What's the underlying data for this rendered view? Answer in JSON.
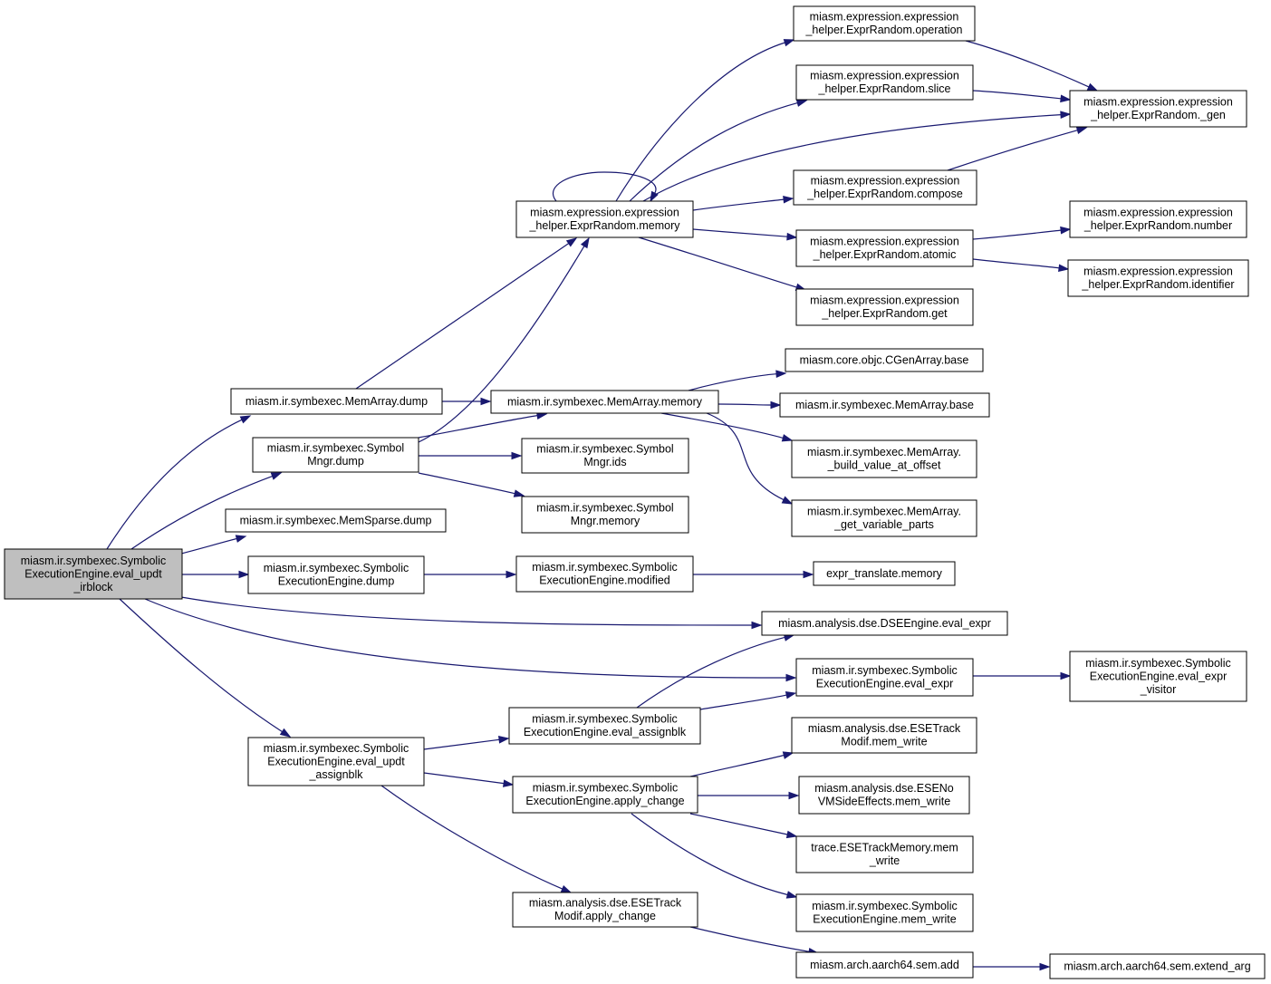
{
  "graph": {
    "nodes": [
      {
        "id": "root",
        "lines": [
          "miasm.ir.symbexec.Symbolic",
          "ExecutionEngine.eval_updt",
          "_irblock"
        ],
        "root": true
      },
      {
        "id": "ma_dump",
        "lines": [
          "miasm.ir.symbexec.MemArray.dump"
        ]
      },
      {
        "id": "sm_dump",
        "lines": [
          "miasm.ir.symbexec.Symbol",
          "Mngr.dump"
        ]
      },
      {
        "id": "ms_dump",
        "lines": [
          "miasm.ir.symbexec.MemSparse.dump"
        ]
      },
      {
        "id": "see_dump",
        "lines": [
          "miasm.ir.symbexec.Symbolic",
          "ExecutionEngine.dump"
        ]
      },
      {
        "id": "see_evalupdt_assign",
        "lines": [
          "miasm.ir.symbexec.Symbolic",
          "ExecutionEngine.eval_updt",
          "_assignblk"
        ]
      },
      {
        "id": "er_memory",
        "lines": [
          "miasm.expression.expression",
          "_helper.ExprRandom.memory"
        ]
      },
      {
        "id": "ma_memory",
        "lines": [
          "miasm.ir.symbexec.MemArray.memory"
        ]
      },
      {
        "id": "sm_ids",
        "lines": [
          "miasm.ir.symbexec.Symbol",
          "Mngr.ids"
        ]
      },
      {
        "id": "sm_memory",
        "lines": [
          "miasm.ir.symbexec.Symbol",
          "Mngr.memory"
        ]
      },
      {
        "id": "see_modified",
        "lines": [
          "miasm.ir.symbexec.Symbolic",
          "ExecutionEngine.modified"
        ]
      },
      {
        "id": "see_eval_assignblk",
        "lines": [
          "miasm.ir.symbexec.Symbolic",
          "ExecutionEngine.eval_assignblk"
        ]
      },
      {
        "id": "see_apply_change",
        "lines": [
          "miasm.ir.symbexec.Symbolic",
          "ExecutionEngine.apply_change"
        ]
      },
      {
        "id": "esetm_apply_change",
        "lines": [
          "miasm.analysis.dse.ESETrack",
          "Modif.apply_change"
        ]
      },
      {
        "id": "er_operation",
        "lines": [
          "miasm.expression.expression",
          "_helper.ExprRandom.operation"
        ]
      },
      {
        "id": "er_slice",
        "lines": [
          "miasm.expression.expression",
          "_helper.ExprRandom.slice"
        ]
      },
      {
        "id": "er_compose",
        "lines": [
          "miasm.expression.expression",
          "_helper.ExprRandom.compose"
        ]
      },
      {
        "id": "er_atomic",
        "lines": [
          "miasm.expression.expression",
          "_helper.ExprRandom.atomic"
        ]
      },
      {
        "id": "er_get",
        "lines": [
          "miasm.expression.expression",
          "_helper.ExprRandom.get"
        ]
      },
      {
        "id": "cgen_base",
        "lines": [
          "miasm.core.objc.CGenArray.base"
        ]
      },
      {
        "id": "ma_base",
        "lines": [
          "miasm.ir.symbexec.MemArray.base"
        ]
      },
      {
        "id": "ma_build",
        "lines": [
          "miasm.ir.symbexec.MemArray.",
          "_build_value_at_offset"
        ]
      },
      {
        "id": "ma_getvar",
        "lines": [
          "miasm.ir.symbexec.MemArray.",
          "_get_variable_parts"
        ]
      },
      {
        "id": "et_memory",
        "lines": [
          "expr_translate.memory"
        ]
      },
      {
        "id": "dse_eval_expr",
        "lines": [
          "miasm.analysis.dse.DSEEngine.eval_expr"
        ]
      },
      {
        "id": "see_eval_expr",
        "lines": [
          "miasm.ir.symbexec.Symbolic",
          "ExecutionEngine.eval_expr"
        ]
      },
      {
        "id": "esetm_mem_write",
        "lines": [
          "miasm.analysis.dse.ESETrack",
          "Modif.mem_write"
        ]
      },
      {
        "id": "esenovm_mem_write",
        "lines": [
          "miasm.analysis.dse.ESENo",
          "VMSideEffects.mem_write"
        ]
      },
      {
        "id": "trace_mem_write",
        "lines": [
          "trace.ESETrackMemory.mem",
          "_write"
        ]
      },
      {
        "id": "see_mem_write",
        "lines": [
          "miasm.ir.symbexec.Symbolic",
          "ExecutionEngine.mem_write"
        ]
      },
      {
        "id": "sem_add",
        "lines": [
          "miasm.arch.aarch64.sem.add"
        ]
      },
      {
        "id": "er_gen",
        "lines": [
          "miasm.expression.expression",
          "_helper.ExprRandom._gen"
        ]
      },
      {
        "id": "er_number",
        "lines": [
          "miasm.expression.expression",
          "_helper.ExprRandom.number"
        ]
      },
      {
        "id": "er_identifier",
        "lines": [
          "miasm.expression.expression",
          "_helper.ExprRandom.identifier"
        ]
      },
      {
        "id": "see_eval_expr_visitor",
        "lines": [
          "miasm.ir.symbexec.Symbolic",
          "ExecutionEngine.eval_expr",
          "_visitor"
        ]
      },
      {
        "id": "sem_extend_arg",
        "lines": [
          "miasm.arch.aarch64.sem.extend_arg"
        ]
      }
    ],
    "edges": [
      {
        "from": "root",
        "to": "ma_dump"
      },
      {
        "from": "root",
        "to": "sm_dump"
      },
      {
        "from": "root",
        "to": "ms_dump"
      },
      {
        "from": "root",
        "to": "see_dump"
      },
      {
        "from": "root",
        "to": "dse_eval_expr"
      },
      {
        "from": "root",
        "to": "see_eval_expr"
      },
      {
        "from": "root",
        "to": "see_evalupdt_assign"
      },
      {
        "from": "ma_dump",
        "to": "er_memory"
      },
      {
        "from": "ma_dump",
        "to": "ma_memory"
      },
      {
        "from": "sm_dump",
        "to": "er_memory"
      },
      {
        "from": "sm_dump",
        "to": "ma_memory"
      },
      {
        "from": "sm_dump",
        "to": "sm_ids"
      },
      {
        "from": "sm_dump",
        "to": "sm_memory"
      },
      {
        "from": "see_dump",
        "to": "see_modified"
      },
      {
        "from": "see_modified",
        "to": "et_memory"
      },
      {
        "from": "er_memory",
        "to": "er_memory"
      },
      {
        "from": "er_memory",
        "to": "er_operation"
      },
      {
        "from": "er_memory",
        "to": "er_slice"
      },
      {
        "from": "er_memory",
        "to": "er_gen"
      },
      {
        "from": "er_memory",
        "to": "er_compose"
      },
      {
        "from": "er_memory",
        "to": "er_atomic"
      },
      {
        "from": "er_memory",
        "to": "er_get"
      },
      {
        "from": "er_operation",
        "to": "er_gen"
      },
      {
        "from": "er_slice",
        "to": "er_gen"
      },
      {
        "from": "er_compose",
        "to": "er_gen"
      },
      {
        "from": "er_atomic",
        "to": "er_number"
      },
      {
        "from": "er_atomic",
        "to": "er_identifier"
      },
      {
        "from": "ma_memory",
        "to": "cgen_base"
      },
      {
        "from": "ma_memory",
        "to": "ma_base"
      },
      {
        "from": "ma_memory",
        "to": "ma_build"
      },
      {
        "from": "ma_memory",
        "to": "ma_getvar"
      },
      {
        "from": "see_evalupdt_assign",
        "to": "see_eval_assignblk"
      },
      {
        "from": "see_evalupdt_assign",
        "to": "see_apply_change"
      },
      {
        "from": "see_evalupdt_assign",
        "to": "esetm_apply_change"
      },
      {
        "from": "see_eval_assignblk",
        "to": "dse_eval_expr"
      },
      {
        "from": "see_eval_assignblk",
        "to": "see_eval_expr"
      },
      {
        "from": "see_eval_expr",
        "to": "see_eval_expr_visitor"
      },
      {
        "from": "see_apply_change",
        "to": "esetm_mem_write"
      },
      {
        "from": "see_apply_change",
        "to": "esenovm_mem_write"
      },
      {
        "from": "see_apply_change",
        "to": "trace_mem_write"
      },
      {
        "from": "see_apply_change",
        "to": "see_mem_write"
      },
      {
        "from": "esetm_apply_change",
        "to": "sem_add"
      },
      {
        "from": "sem_add",
        "to": "sem_extend_arg"
      }
    ]
  }
}
